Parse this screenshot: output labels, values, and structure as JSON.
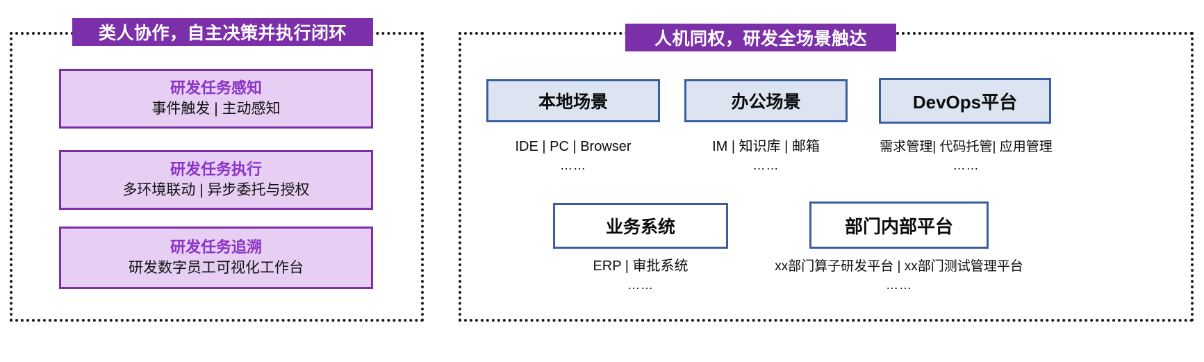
{
  "left_panel": {
    "title": "类人协作，自主决策并执行闭环",
    "cards": [
      {
        "title": "研发任务感知",
        "subtitle": "事件触发 | 主动感知"
      },
      {
        "title": "研发任务执行",
        "subtitle": "多环境联动 | 异步委托与授权"
      },
      {
        "title": "研发任务追溯",
        "subtitle": "研发数字员工可视化工作台"
      }
    ]
  },
  "right_panel": {
    "title": "人机同权，研发全场景触达",
    "row1": [
      {
        "label": "本地场景",
        "caption": "IDE | PC | Browser",
        "more": "……"
      },
      {
        "label": "办公场景",
        "caption": "IM | 知识库 | 邮箱",
        "more": "……"
      },
      {
        "label": "DevOps平台",
        "caption": "需求管理| 代码托管| 应用管理",
        "more": "……"
      }
    ],
    "row2": [
      {
        "label": "业务系统",
        "caption": "ERP | 审批系统",
        "more": "……"
      },
      {
        "label": "部门内部平台",
        "caption": "xx部门算子研发平台 | xx部门测试管理平台",
        "more": "……"
      }
    ]
  },
  "colors": {
    "purple_header": "#7B2FA8",
    "purple_card_fill": "#E6CFF2",
    "purple_card_text": "#8B33C6",
    "blue_border": "#3A5FA0",
    "blue_fill": "#DCE4F2",
    "dotted_border": "#1a1a1a"
  }
}
